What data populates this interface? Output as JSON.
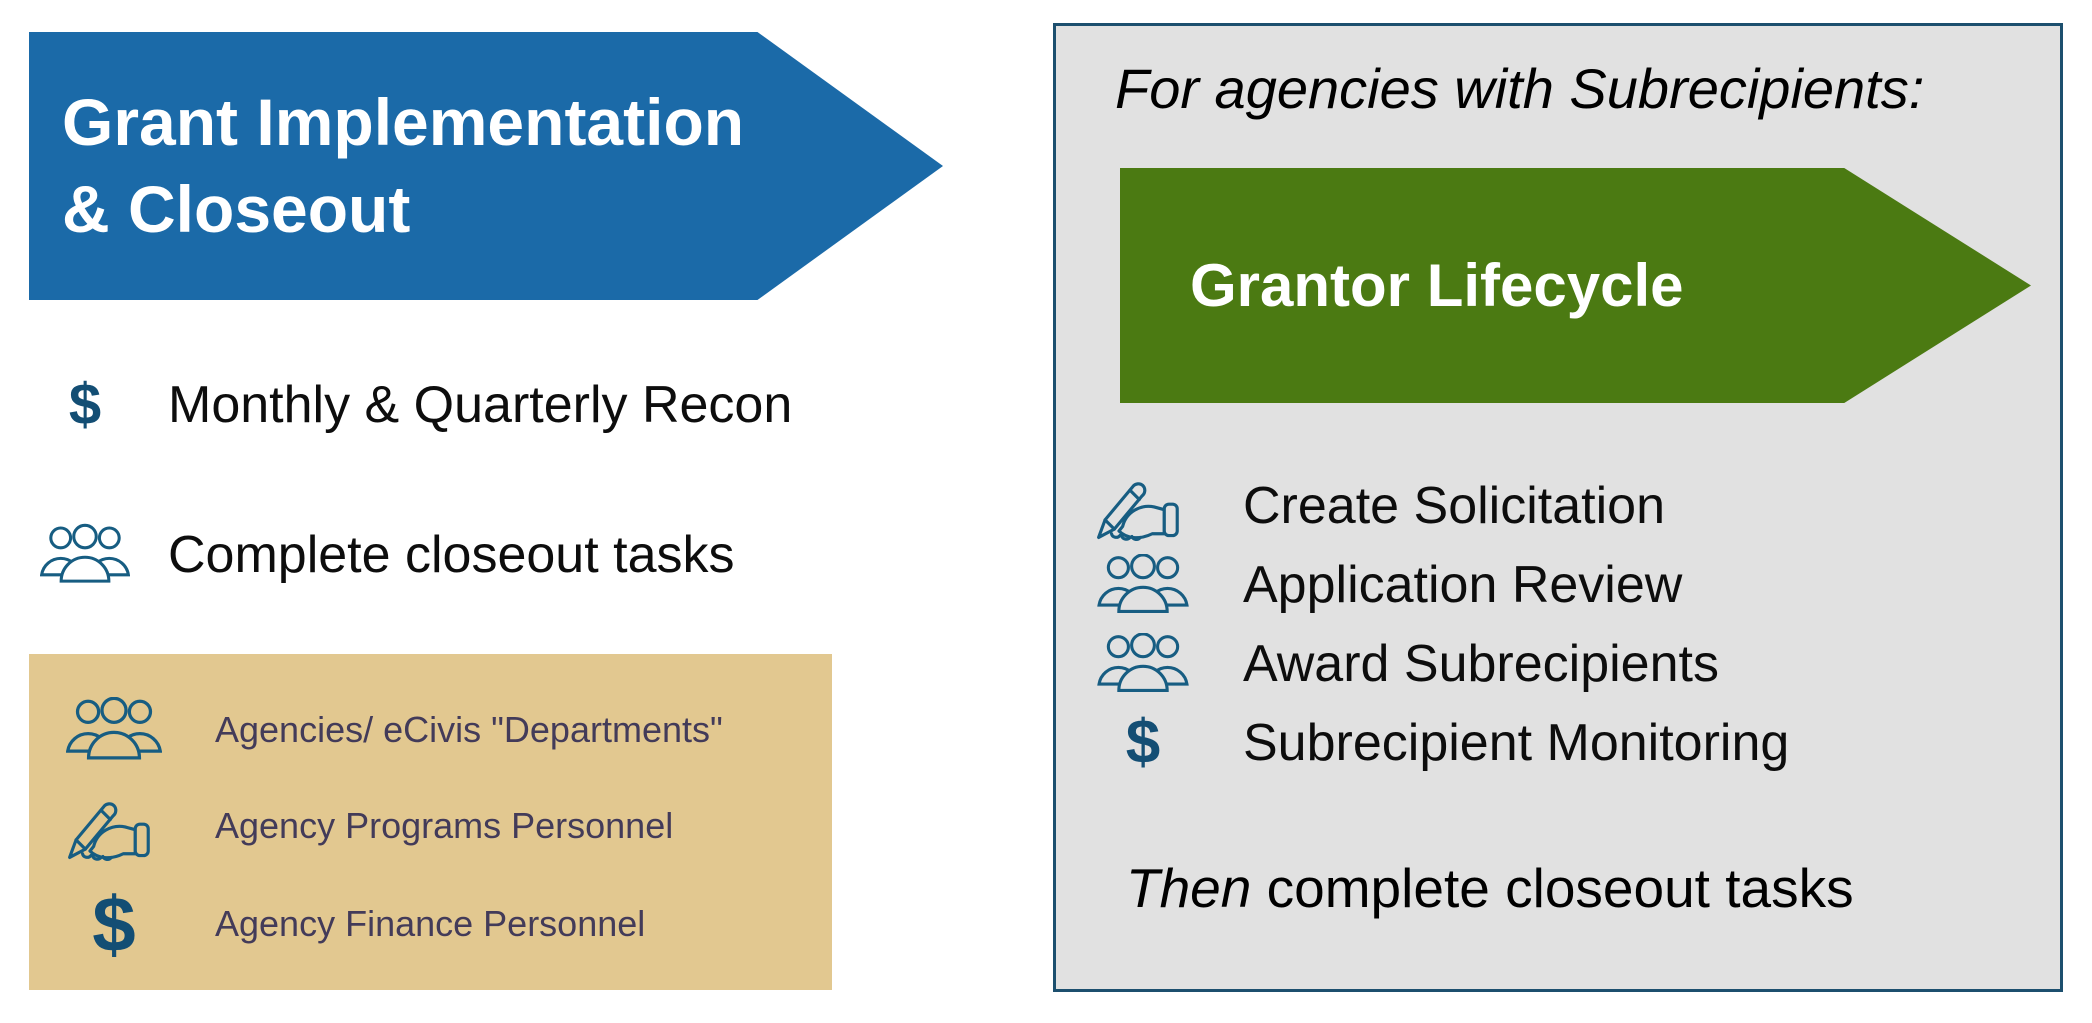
{
  "glyphs": {
    "dollar": "$"
  },
  "left": {
    "arrow_title_line1": "Grant Implementation",
    "arrow_title_line2": "& Closeout",
    "items": [
      {
        "icon": "dollar-icon",
        "label": "Monthly & Quarterly Recon"
      },
      {
        "icon": "people-icon",
        "label": "Complete closeout tasks"
      }
    ],
    "legend": {
      "items": [
        {
          "icon": "people-icon",
          "label": "Agencies/ eCivis \"Departments\""
        },
        {
          "icon": "writing-hand-icon",
          "label": "Agency Programs Personnel"
        },
        {
          "icon": "dollar-icon",
          "label": "Agency Finance Personnel"
        }
      ]
    }
  },
  "right": {
    "header": "For agencies with Subrecipients:",
    "arrow_title": "Grantor Lifecycle",
    "items": [
      {
        "icon": "writing-hand-icon",
        "label": "Create Solicitation"
      },
      {
        "icon": "people-icon",
        "label": "Application Review"
      },
      {
        "icon": "people-icon",
        "label": "Award Subrecipients"
      },
      {
        "icon": "dollar-icon",
        "label": "Subrecipient Monitoring"
      }
    ],
    "footer_italic": "Then",
    "footer_rest": " complete closeout tasks"
  },
  "colors": {
    "blue_arrow": "#1B6AA8",
    "green_arrow": "#4B7A12",
    "legend_bg": "#E2C890",
    "legend_text": "#433B59",
    "panel_bg": "#E1E1E1",
    "panel_border": "#1C4F6E",
    "icon_stroke": "#175D82",
    "dollar_color": "#134E74"
  }
}
